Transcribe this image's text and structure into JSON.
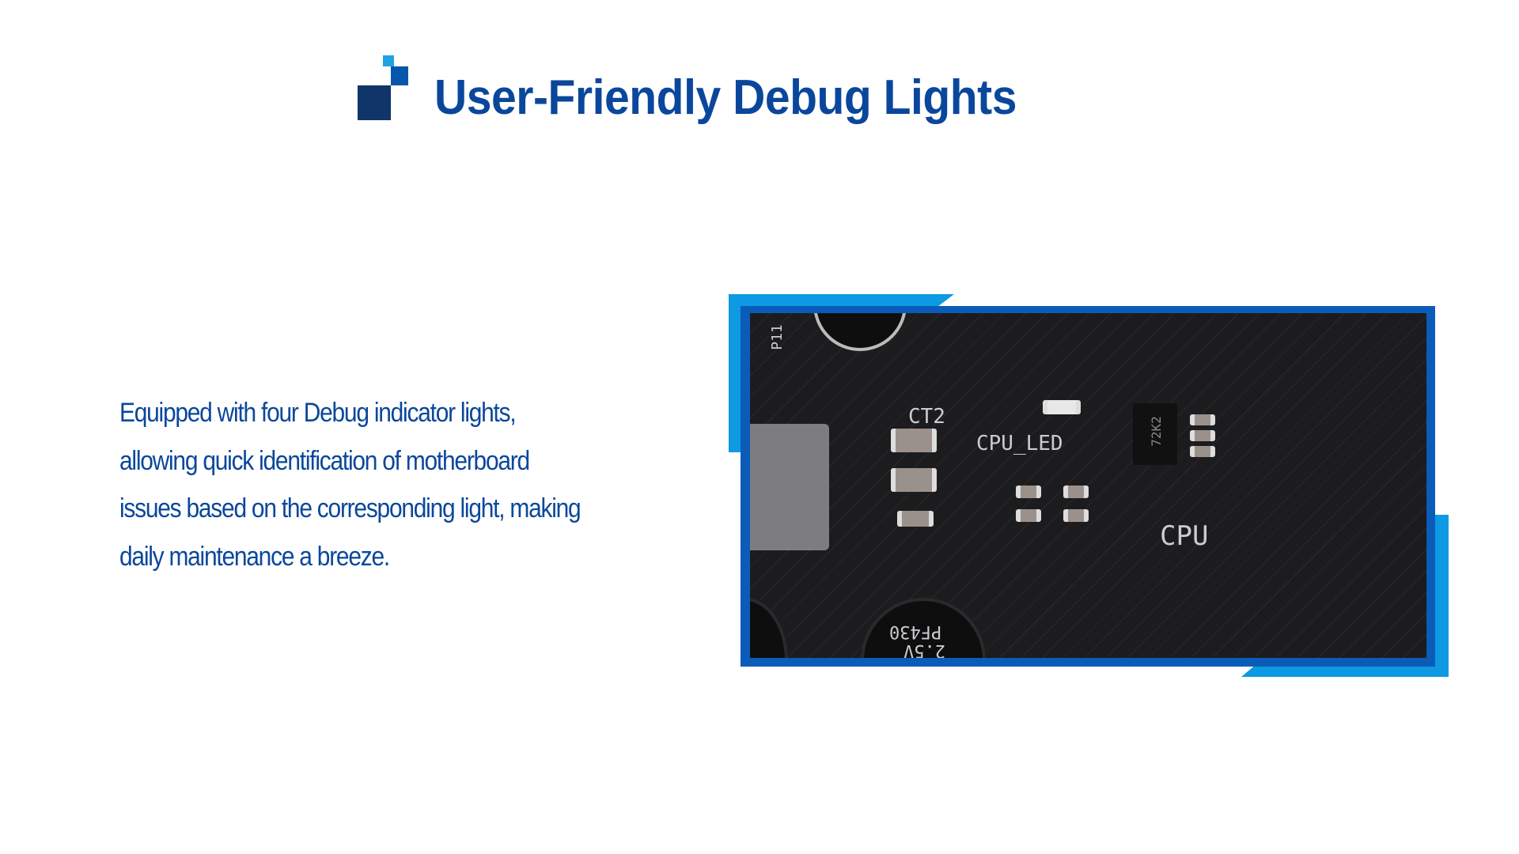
{
  "header": {
    "title": "User-Friendly Debug Lights"
  },
  "description": {
    "lines": [
      "Equipped with four Debug indicator lights,",
      "allowing quick identification of motherboard",
      "issues based on the corresponding light, making",
      "daily maintenance a breeze."
    ]
  },
  "image": {
    "board_labels": [
      "P11",
      "CT2",
      "CPU_LED",
      "72K2",
      "CPU",
      "PF430",
      "2.5V"
    ]
  },
  "colors": {
    "title": "#0a479c",
    "frame_light": "#0d9ae3",
    "frame_dark": "#0b5bb8"
  }
}
